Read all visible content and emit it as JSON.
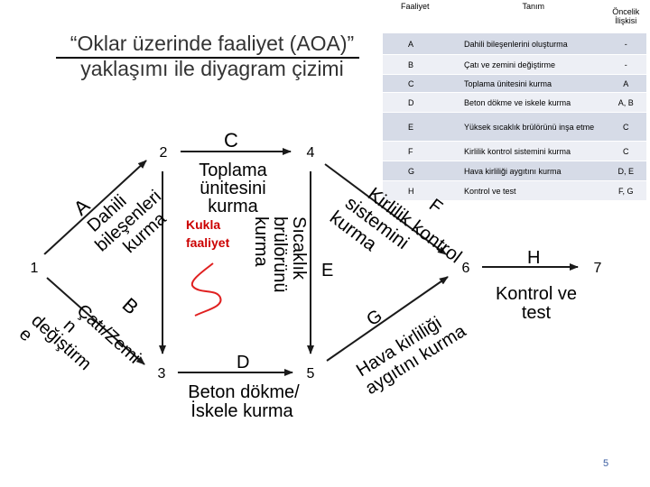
{
  "slide": {
    "title": "“Oklar üzerinde faaliyet (AOA)” yaklaşımı ile diyagram çizimi",
    "page_number": "5"
  },
  "table": {
    "headers": [
      "Faaliyet",
      "Tanım",
      "Öncelik İlişkisi"
    ],
    "rows": [
      {
        "code": "A",
        "desc": "Dahili bileşenlerini oluşturma",
        "pred": "-"
      },
      {
        "code": "B",
        "desc": "Çatı ve zemini değiştirme",
        "pred": "-"
      },
      {
        "code": "C",
        "desc": "Toplama ünitesini kurma",
        "pred": "A"
      },
      {
        "code": "D",
        "desc": "Beton dökme ve iskele kurma",
        "pred": "A, B"
      },
      {
        "code": "E",
        "desc": "Yüksek sıcaklık brülörünü inşa etme",
        "pred": "C"
      },
      {
        "code": "F",
        "desc": "Kirlilik kontrol sistemini kurma",
        "pred": "C"
      },
      {
        "code": "G",
        "desc": "Hava kirliliği aygıtını kurma",
        "pred": "D, E"
      },
      {
        "code": "H",
        "desc": "Kontrol ve test",
        "pred": "F, G"
      }
    ]
  },
  "nodes": [
    "1",
    "2",
    "3",
    "4",
    "5",
    "6",
    "7"
  ],
  "activity_letters": {
    "A": "A",
    "B": "B",
    "C": "C",
    "D": "D",
    "E": "E",
    "F": "F",
    "G": "G",
    "H": "H"
  },
  "activity_labels": {
    "A": [
      "Dahili",
      "bileşenleri",
      "kurma"
    ],
    "B": [
      "Çatı/Zemi",
      "n",
      "değiştirm",
      "e"
    ],
    "C": [
      "Toplama",
      "ünitesini",
      "kurma"
    ],
    "D": [
      "Beton dökme/",
      "İskele kurma"
    ],
    "E": [
      "Sıcaklık",
      "brülörünü",
      "kurma"
    ],
    "F": [
      "Kirlilik kontrol",
      "sistemini",
      "kurma"
    ],
    "G": [
      "Hava kirliliği",
      "aygıtını kurma"
    ],
    "H": [
      "Kontrol ve",
      "test"
    ]
  },
  "dummy_label": [
    "Kukla",
    "faaliyet"
  ],
  "colors": {
    "arrow": "#1a1a1a",
    "node_fill": "#ffffff",
    "dummy_text": "#cc0000",
    "dummy_arrow": "#e02020",
    "table_odd": "#d6dbe7",
    "table_even": "#edeff5",
    "page_number": "#3a5da0"
  }
}
